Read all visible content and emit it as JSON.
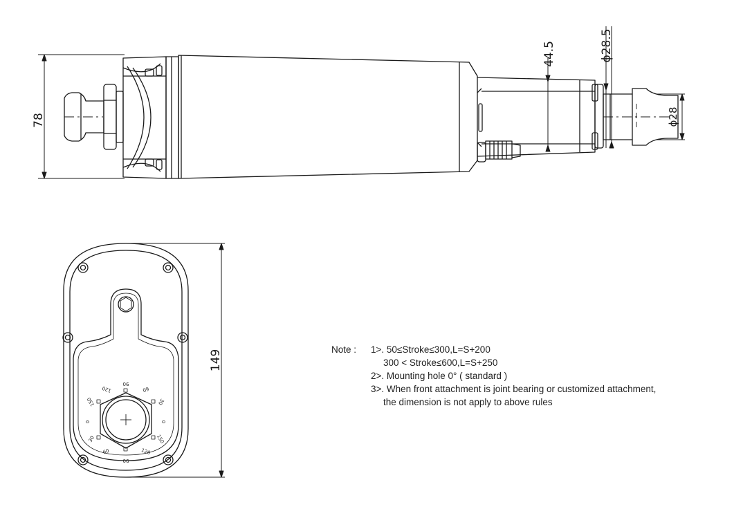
{
  "dimensions": {
    "height_side": "78",
    "body_dia": "44.5",
    "rod_dia_outer": "ϕ28.5",
    "rod_dia_inner": "ϕ28",
    "height_front": "149"
  },
  "angle_marks": [
    "90",
    "60",
    "30",
    "0",
    "30",
    "60",
    "90",
    "120",
    "150",
    "0",
    "150",
    "120"
  ],
  "note": {
    "label": "Note :",
    "line1": "1>. 50≤Stroke≤300,L=S+200",
    "line1b": "300 < Stroke≤600,L=S+250",
    "line2": "2>. Mounting hole 0° ( standard )",
    "line3": "3>. When front attachment is joint bearing or customized attachment,",
    "line3b": "the dimension is not apply to above rules"
  }
}
